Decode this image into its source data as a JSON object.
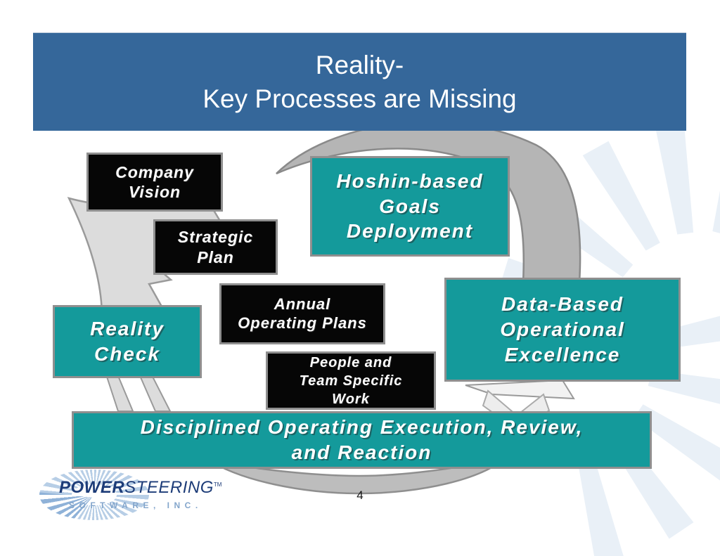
{
  "colors": {
    "banner_blue": "#35679A",
    "teal": "#149A9B",
    "box_black": "#060606",
    "border_gray": "#8F8F8F",
    "gray_dark": "#B5B5B5",
    "gray_light": "#DCDCDC",
    "gray_bottom": "#BDBDBD",
    "gray_pale": "#F2F2F2",
    "stroke_gray": "#8A8A8A",
    "watermark_blue": "#E9F0F7",
    "fan_blue": "#B7CEE6",
    "fan_blue_dark": "#8FB2D8",
    "logo_navy": "#1D3C78",
    "logo_sub_blue": "#84A6CC"
  },
  "header": {
    "title_line1": "Reality-",
    "title_line2": "Key Processes are Missing"
  },
  "diagram": {
    "black_boxes": [
      {
        "id": "company-vision",
        "label": "Company\nVision"
      },
      {
        "id": "strategic-plan",
        "label": "Strategic\nPlan"
      },
      {
        "id": "annual-operating-plans",
        "label": "Annual\nOperating Plans"
      },
      {
        "id": "people-team-work",
        "label": "People and\nTeam Specific\nWork"
      }
    ],
    "teal_boxes": [
      {
        "id": "hoshin-goals",
        "label": "Hoshin-based\nGoals\nDeployment"
      },
      {
        "id": "data-based-excellence",
        "label": "Data-Based\nOperational\nExcellence"
      },
      {
        "id": "reality-check",
        "label": "Reality\nCheck"
      },
      {
        "id": "disciplined-execution",
        "label": "Disciplined Operating Execution, Review,\nand Reaction"
      }
    ]
  },
  "footer": {
    "page_number": "4",
    "logo": {
      "power": "POWER",
      "steering": "STEERING",
      "tm": "TM",
      "subtitle": "SOFTWARE, INC."
    }
  }
}
